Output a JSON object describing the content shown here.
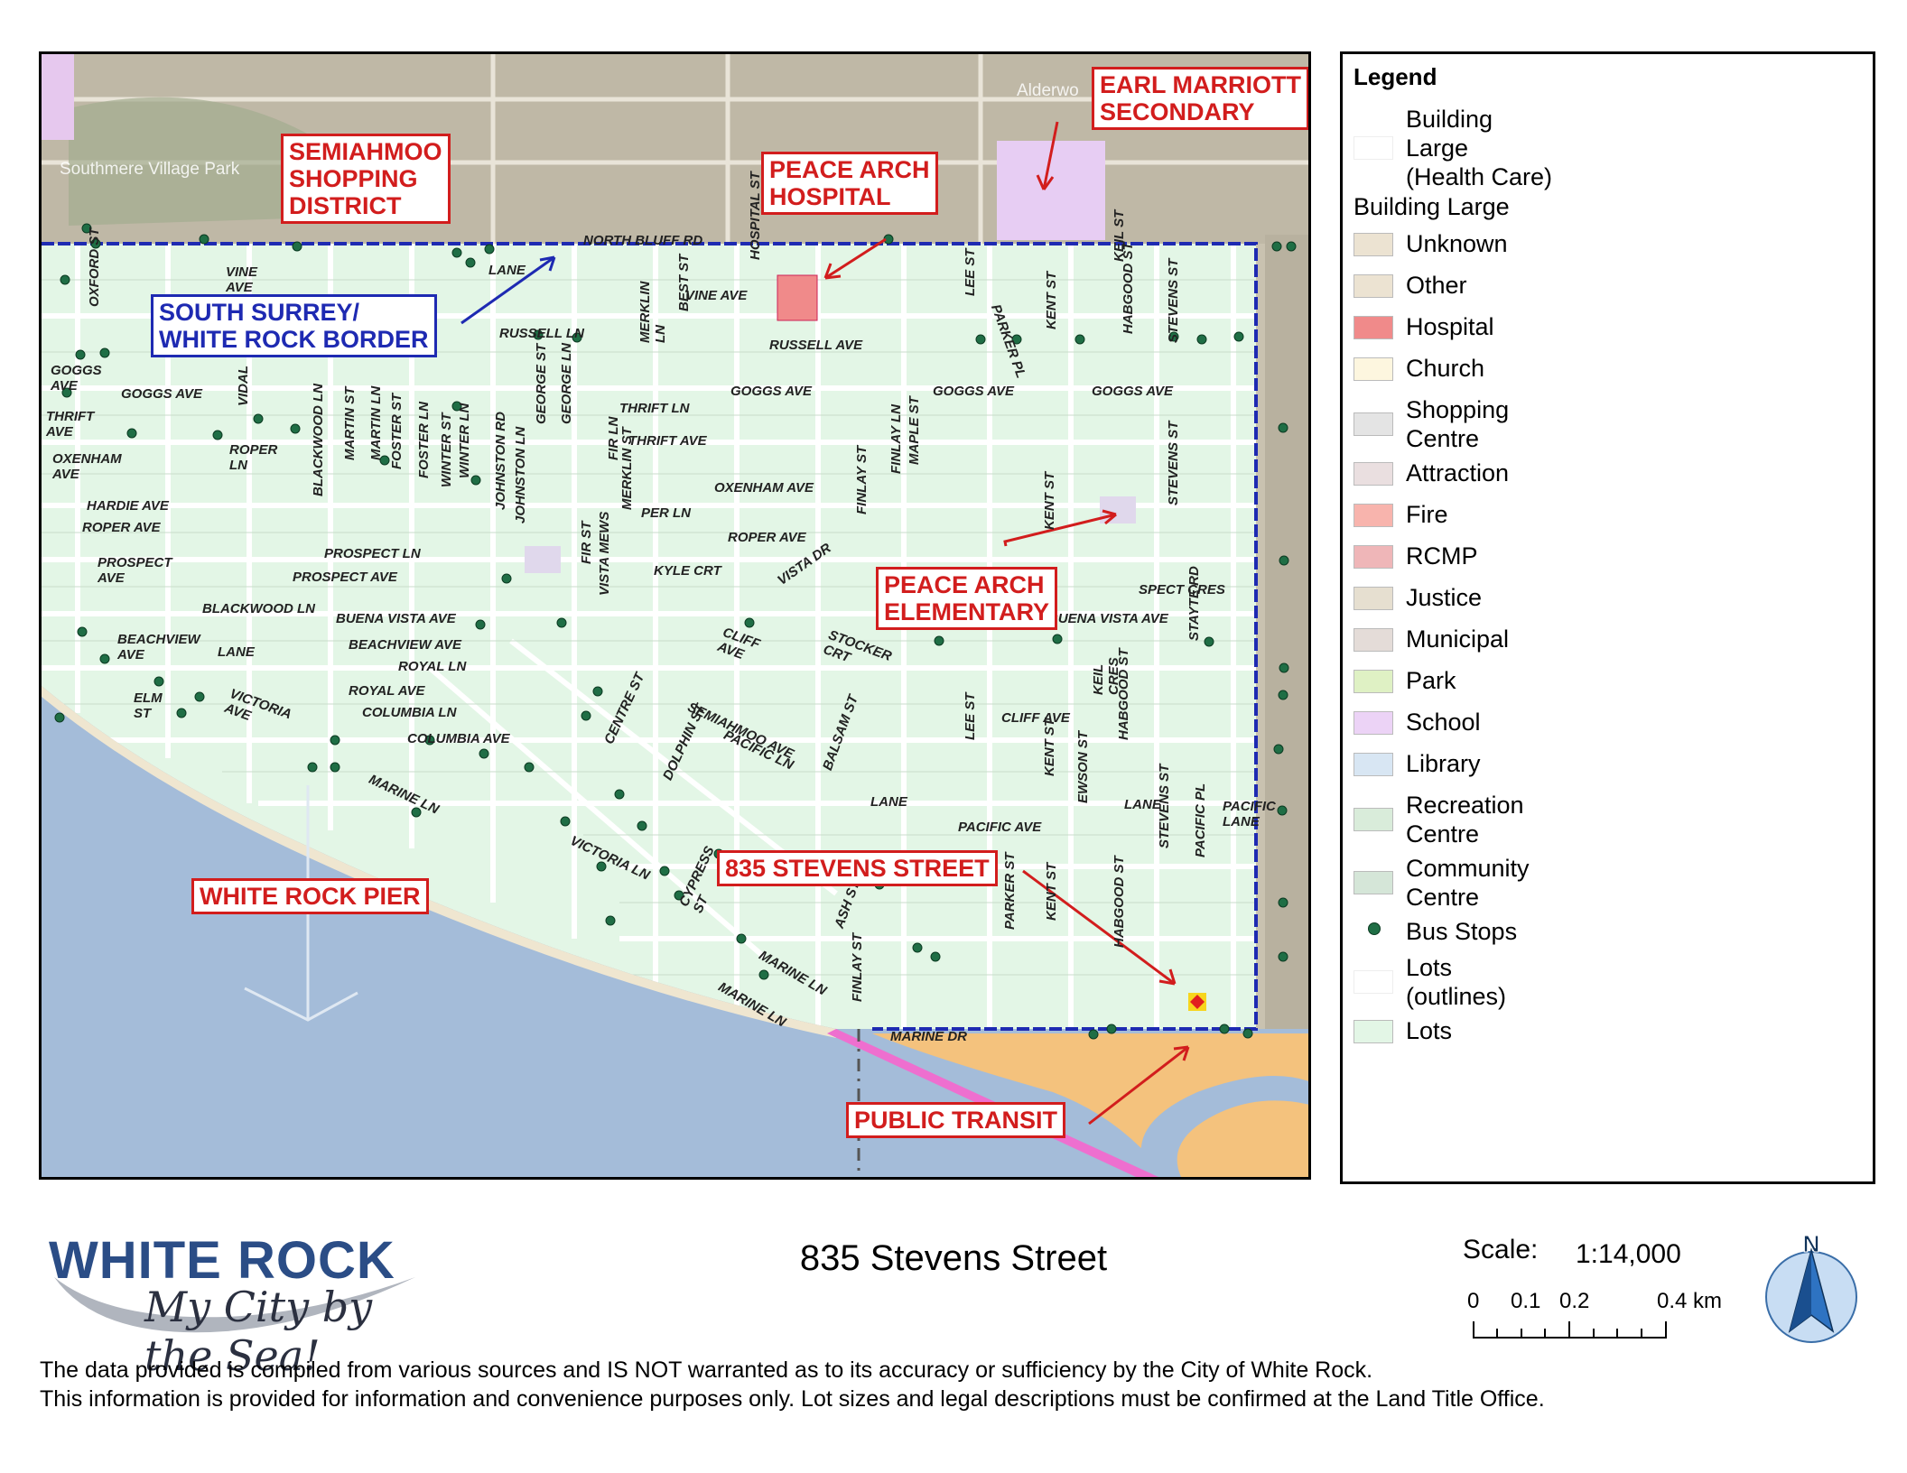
{
  "map": {
    "callouts": {
      "semiahmoo": "SEMIAHMOO\nSHOPPING\nDISTRICT",
      "hospital": "PEACE ARCH\nHOSPITAL",
      "earl_marriott": "EARL MARRIOTT\nSECONDARY",
      "border": "SOUTH SURREY/\nWHITE ROCK BORDER",
      "elementary": "PEACE ARCH\nELEMENTARY",
      "stevens": "835 STEVENS STREET",
      "pier": "WHITE ROCK PIER",
      "transit": "PUBLIC TRANSIT"
    },
    "place_labels": {
      "southmere": "Southmere Village Park",
      "alderwood": "Alderwo"
    },
    "streets": [
      {
        "id": "north-bluff",
        "text": "NORTH BLUFF RD"
      },
      {
        "id": "vine-ave-1",
        "text": "VINE\nAVE"
      },
      {
        "id": "lane-1",
        "text": "LANE"
      },
      {
        "id": "russell-ln",
        "text": "RUSSELL LN"
      },
      {
        "id": "vine-ave-2",
        "text": "VINE AVE"
      },
      {
        "id": "hospital-st",
        "text": "HOSPITAL ST"
      },
      {
        "id": "russell-ave",
        "text": "RUSSELL AVE"
      },
      {
        "id": "goggs-ave-1",
        "text": "GOGGS AVE"
      },
      {
        "id": "goggs-ave-2",
        "text": "GOGGS AVE"
      },
      {
        "id": "goggs-ave-3",
        "text": "GOGGS AVE"
      },
      {
        "id": "goggs-ave-4",
        "text": "GOGGS AVE"
      },
      {
        "id": "goggs-ave-w",
        "text": "GOGGS\nAVE"
      },
      {
        "id": "thrift-ln",
        "text": "THRIFT LN"
      },
      {
        "id": "thrift-ave",
        "text": "THRIFT AVE"
      },
      {
        "id": "thrift-ave-w",
        "text": "THRIFT\nAVE"
      },
      {
        "id": "oxenham-ave",
        "text": "OXENHAM AVE"
      },
      {
        "id": "oxenham-ave-w",
        "text": "OXENHAM\nAVE"
      },
      {
        "id": "roper-ln",
        "text": "ROPER\nLN"
      },
      {
        "id": "hardie-ave",
        "text": "HARDIE AVE"
      },
      {
        "id": "roper-ave-w",
        "text": "ROPER AVE"
      },
      {
        "id": "roper-ave",
        "text": "ROPER AVE"
      },
      {
        "id": "per-ln",
        "text": "PER LN"
      },
      {
        "id": "prospect-ln",
        "text": "PROSPECT LN"
      },
      {
        "id": "prospect-ave",
        "text": "PROSPECT AVE"
      },
      {
        "id": "prospect-ave-w",
        "text": "PROSPECT\nAVE"
      },
      {
        "id": "kyle-crt",
        "text": "KYLE CRT"
      },
      {
        "id": "vista-dr",
        "text": "VISTA DR"
      },
      {
        "id": "blackwood-ln",
        "text": "BLACKWOOD LN"
      },
      {
        "id": "buena-vista-ave",
        "text": "BUENA VISTA AVE"
      },
      {
        "id": "buena-vista-ave-e",
        "text": "BUENA VISTA AVE"
      },
      {
        "id": "beachview-ave",
        "text": "BEACHVIEW AVE"
      },
      {
        "id": "beachview-ave-w",
        "text": "BEACHVIEW\nAVE"
      },
      {
        "id": "royal-ln",
        "text": "ROYAL LN"
      },
      {
        "id": "royal-ave",
        "text": "ROYAL AVE"
      },
      {
        "id": "columbia-ln",
        "text": "COLUMBIA LN"
      },
      {
        "id": "columbia-ave",
        "text": "COLUMBIA AVE"
      },
      {
        "id": "marine-ln-w",
        "text": "MARINE LN"
      },
      {
        "id": "marine-ln",
        "text": "MARINE LN"
      },
      {
        "id": "marine-dr",
        "text": "MARINE DR"
      },
      {
        "id": "victoria-ave",
        "text": "VICTORIA\nAVE"
      },
      {
        "id": "victoria-ln",
        "text": "VICTORIA LN"
      },
      {
        "id": "semiahmoo-ave",
        "text": "SEMIAHMOO AVE"
      },
      {
        "id": "pacific-ln",
        "text": "PACIFIC LN"
      },
      {
        "id": "pacific-ave",
        "text": "PACIFIC AVE"
      },
      {
        "id": "cliff-ave",
        "text": "CLIFF AVE"
      },
      {
        "id": "cliff-ave-w",
        "text": "CLIFF\nAVE"
      },
      {
        "id": "spect-cres",
        "text": "SPECT CRES"
      },
      {
        "id": "stocker-crt",
        "text": "STOCKER\nCRT"
      },
      {
        "id": "lane-2",
        "text": "LANE"
      },
      {
        "id": "lane-3",
        "text": "LANE"
      },
      {
        "id": "lane-4",
        "text": "LANE"
      },
      {
        "id": "pacific-lane",
        "text": "PACIFIC\nLANE"
      },
      {
        "id": "stevens-st-1",
        "text": "STEVENS ST"
      },
      {
        "id": "stevens-st-2",
        "text": "STEVENS ST"
      },
      {
        "id": "stevens-st-3",
        "text": "STEVENS ST"
      },
      {
        "id": "stayte-rd",
        "text": "STAYTE RD"
      },
      {
        "id": "habgood-st-1",
        "text": "HABGOOD ST"
      },
      {
        "id": "habgood-st-2",
        "text": "HABGOOD ST"
      },
      {
        "id": "habgood-st-3",
        "text": "HABGOOD ST"
      },
      {
        "id": "kent-st-1",
        "text": "KENT ST"
      },
      {
        "id": "kent-st-2",
        "text": "KENT ST"
      },
      {
        "id": "kent-st-3",
        "text": "KENT ST"
      },
      {
        "id": "kent-st-4",
        "text": "KENT ST"
      },
      {
        "id": "lee-st-1",
        "text": "LEE ST"
      },
      {
        "id": "lee-st-2",
        "text": "LEE ST"
      },
      {
        "id": "parker-pl",
        "text": "PARKER PL"
      },
      {
        "id": "parker-st",
        "text": "PARKER ST"
      },
      {
        "id": "finlay-st-1",
        "text": "FINLAY ST"
      },
      {
        "id": "finlay-st-2",
        "text": "FINLAY ST"
      },
      {
        "id": "finlay-ln",
        "text": "FINLAY LN"
      },
      {
        "id": "maple-st",
        "text": "MAPLE ST"
      },
      {
        "id": "oxford-st",
        "text": "OXFORD ST"
      },
      {
        "id": "merklin-st",
        "text": "MERKLIN ST"
      },
      {
        "id": "merklin-ln",
        "text": "MERKLIN\nLN"
      },
      {
        "id": "best-st",
        "text": "BEST ST"
      },
      {
        "id": "fir-ln",
        "text": "FIR LN"
      },
      {
        "id": "fir-st",
        "text": "FIR ST"
      },
      {
        "id": "vista-mews",
        "text": "VISTA MEWS"
      },
      {
        "id": "johnston-ln",
        "text": "JOHNSTON LN"
      },
      {
        "id": "johnston-rd",
        "text": "JOHNSTON RD"
      },
      {
        "id": "george-st",
        "text": "GEORGE ST"
      },
      {
        "id": "george-ln",
        "text": "GEORGE LN"
      },
      {
        "id": "winter-st",
        "text": "WINTER ST"
      },
      {
        "id": "winter-ln",
        "text": "WINTER LN"
      },
      {
        "id": "foster-st",
        "text": "FOSTER ST"
      },
      {
        "id": "foster-ln",
        "text": "FOSTER LN"
      },
      {
        "id": "martin-st",
        "text": "MARTIN ST"
      },
      {
        "id": "martin-ln",
        "text": "MARTIN LN"
      },
      {
        "id": "blackwood-ln-v",
        "text": "BLACKWOOD LN"
      },
      {
        "id": "vidal-st",
        "text": "VIDAL"
      },
      {
        "id": "elm-st",
        "text": "ELM\nST"
      },
      {
        "id": "centre-st",
        "text": "CENTRE ST"
      },
      {
        "id": "dolphin-st",
        "text": "DOLPHIN ST"
      },
      {
        "id": "cypress-st",
        "text": "CYPRESS\nST"
      },
      {
        "id": "balsam-st",
        "text": "BALSAM ST"
      },
      {
        "id": "ash-st",
        "text": "ASH ST"
      },
      {
        "id": "keil-st",
        "text": "KEIL ST"
      },
      {
        "id": "keil-cres",
        "text": "KEIL\nCRES"
      },
      {
        "id": "ewson-st",
        "text": "EWSON ST"
      },
      {
        "id": "pacific-pl",
        "text": "PACIFIC PL"
      },
      {
        "id": "marine-ln-c",
        "text": "MARINE LN"
      }
    ]
  },
  "legend": {
    "title": "Legend",
    "group1_items": [
      {
        "label": "Building\nLarge\n(Health Care)",
        "color": "#f08a8a"
      }
    ],
    "group2_title": "Building Large",
    "group2_items": [
      {
        "label": "Unknown",
        "color": "#ece3d2"
      },
      {
        "label": "Other",
        "color": "#ece3d2"
      },
      {
        "label": "Hospital",
        "color": "#f08a8a"
      },
      {
        "label": "Church",
        "color": "#fdf6df"
      },
      {
        "label": "Shopping\nCentre",
        "color": "#e4e4e4"
      },
      {
        "label": "Attraction",
        "color": "#eadfe0"
      },
      {
        "label": "Fire",
        "color": "#f8b4ad"
      },
      {
        "label": "RCMP",
        "color": "#efb6b8"
      },
      {
        "label": "Justice",
        "color": "#e6dfd0"
      },
      {
        "label": "Municipal",
        "color": "#e4dcd8"
      },
      {
        "label": "Park",
        "color": "#dff1c4"
      },
      {
        "label": "School",
        "color": "#ecd3f6"
      },
      {
        "label": "Library",
        "color": "#d8e6f3"
      },
      {
        "label": "Recreation\nCentre",
        "color": "#d9ecda"
      },
      {
        "label": "Community\nCentre",
        "color": "#d5e6d8"
      }
    ],
    "bus_stops_label": "Bus Stops",
    "bus_stop_color": "#1f6e45",
    "lots_outlines_label": "Lots\n(outlines)",
    "lots_label": "Lots",
    "lots_color": "#e3f6e6"
  },
  "title": "835 Stevens Street",
  "logo": {
    "main": "WHITE ROCK",
    "tagline": "My City by the Sea!"
  },
  "scale": {
    "label": "Scale:",
    "value": "1:14,000",
    "ticks": [
      "0",
      "0.1",
      "0.2",
      "0.4 km"
    ]
  },
  "north_arrow": {
    "letter": "N"
  },
  "disclaimer": {
    "line1": "The data provided is compiled from various sources and IS NOT warranted as to its accuracy or sufficiency by the City of White Rock.",
    "line2": "This information is provided for information and convenience purposes only.  Lot sizes and legal descriptions must be confirmed at the Land Title Office."
  },
  "colors": {
    "water": "#a4bcd9",
    "lots": "#e3f6e6",
    "beach": "#f4c27d",
    "callout_red": "#d21d1d",
    "border_blue": "#1e2ab2"
  }
}
